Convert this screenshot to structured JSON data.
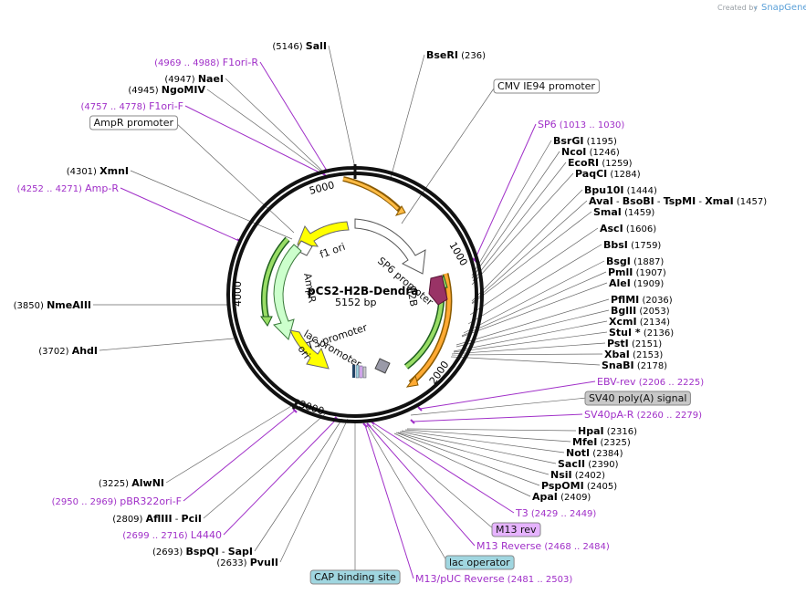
{
  "header": {
    "credit_prefix": "Created by",
    "credit_brand": "SnapGene"
  },
  "plasmid": {
    "name": "pCS2-H2B-Dendra",
    "length_label": "5152 bp",
    "length": 5152,
    "ticks": [
      "1000",
      "2000",
      "3000",
      "4000",
      "5000"
    ]
  },
  "features_inner": {
    "f1_ori": "f1 ori",
    "ampr": "AmpR",
    "sp6_promoter": "SP6 promoter",
    "h2b": "H2B",
    "t3_promoter": "T3 promoter",
    "lac_promoter": "lac promoter",
    "ori": "ori"
  },
  "left_labels": [
    {
      "pos": "(5146)",
      "name": "SalI"
    },
    {
      "pos": "(4969 .. 4988)",
      "name": "F1ori-R",
      "primer": true
    },
    {
      "pos": "(4947)",
      "name": "NaeI"
    },
    {
      "pos": "(4945)",
      "name": "NgoMIV"
    },
    {
      "pos": "(4757 .. 4778)",
      "name": "F1ori-F",
      "primer": true
    },
    {
      "name": "AmpR promoter",
      "box": true
    },
    {
      "pos": "(4301)",
      "name": "XmnI"
    },
    {
      "pos": "(4252 .. 4271)",
      "name": "Amp-R",
      "primer": true
    },
    {
      "pos": "(3850)",
      "name": "NmeAIII"
    },
    {
      "pos": "(3702)",
      "name": "AhdI"
    },
    {
      "pos": "(3225)",
      "name": "AlwNI"
    },
    {
      "pos": "(2950 .. 2969)",
      "name": "pBR322ori-F",
      "primer": true
    },
    {
      "pos": "(2809)",
      "name": "AflIII",
      "extra": "PciI"
    },
    {
      "pos": "(2699 .. 2716)",
      "name": "L4440",
      "primer": true
    },
    {
      "pos": "(2693)",
      "name": "BspQI",
      "extra": "SapI"
    },
    {
      "pos": "(2633)",
      "name": "PvuII"
    },
    {
      "name": "CAP binding site",
      "box": true
    }
  ],
  "right_labels": [
    {
      "name": "BseRI",
      "pos": "(236)"
    },
    {
      "name": "CMV IE94 promoter",
      "box": true
    },
    {
      "name": "SP6",
      "pos": "(1013 .. 1030)",
      "primer": true
    },
    {
      "name": "BsrGI",
      "pos": "(1195)"
    },
    {
      "name": "NcoI",
      "pos": "(1246)"
    },
    {
      "name": "EcoRI",
      "pos": "(1259)"
    },
    {
      "name": "PaqCI",
      "pos": "(1284)"
    },
    {
      "name": "Bpu10I",
      "pos": "(1444)"
    },
    {
      "name": "AvaI",
      "extra": [
        "BsoBI",
        "TspMI",
        "XmaI"
      ],
      "pos": "(1457)"
    },
    {
      "name": "SmaI",
      "pos": "(1459)"
    },
    {
      "name": "AscI",
      "pos": "(1606)"
    },
    {
      "name": "BbsI",
      "pos": "(1759)"
    },
    {
      "name": "BsgI",
      "pos": "(1887)"
    },
    {
      "name": "PmlI",
      "pos": "(1907)"
    },
    {
      "name": "AleI",
      "pos": "(1909)"
    },
    {
      "name": "PflMI",
      "pos": "(2036)"
    },
    {
      "name": "BglII",
      "pos": "(2053)"
    },
    {
      "name": "XcmI",
      "pos": "(2134)"
    },
    {
      "name": "StuI *",
      "pos": "(2136)"
    },
    {
      "name": "PstI",
      "pos": "(2151)"
    },
    {
      "name": "XbaI",
      "pos": "(2153)"
    },
    {
      "name": "SnaBI",
      "pos": "(2178)"
    },
    {
      "name": "EBV-rev",
      "pos": "(2206 .. 2225)",
      "primer": true
    },
    {
      "name": "SV40 poly(A) signal",
      "box": true
    },
    {
      "name": "SV40pA-R",
      "pos": "(2260 .. 2279)",
      "primer": true
    },
    {
      "name": "HpaI",
      "pos": "(2316)"
    },
    {
      "name": "MfeI",
      "pos": "(2325)"
    },
    {
      "name": "NotI",
      "pos": "(2384)"
    },
    {
      "name": "SacII",
      "pos": "(2390)"
    },
    {
      "name": "NsiI",
      "pos": "(2402)"
    },
    {
      "name": "PspOMI",
      "pos": "(2405)"
    },
    {
      "name": "ApaI",
      "pos": "(2409)"
    },
    {
      "name": "T3",
      "pos": "(2429 .. 2449)",
      "primer": true
    },
    {
      "name": "M13 rev",
      "box": true
    },
    {
      "name": "M13 Reverse",
      "pos": "(2468 .. 2484)",
      "primer": true
    },
    {
      "name": "lac operator",
      "box": true
    },
    {
      "name": "M13/pUC Reverse",
      "pos": "(2481 .. 2503)",
      "primer": true
    }
  ],
  "colors": {
    "primer": "#a02fc8",
    "promoter_fill": "#ffffff",
    "ori_fill": "#ffff00",
    "ampr_fill": "#ccffcc",
    "h2b_fill": "#993366",
    "orange_arrow": "#ff9900",
    "green_arrow": "#339933",
    "box_gray": "#c8c8c8",
    "box_teal": "#a0d6e0",
    "box_purple": "#e6b3ff"
  }
}
